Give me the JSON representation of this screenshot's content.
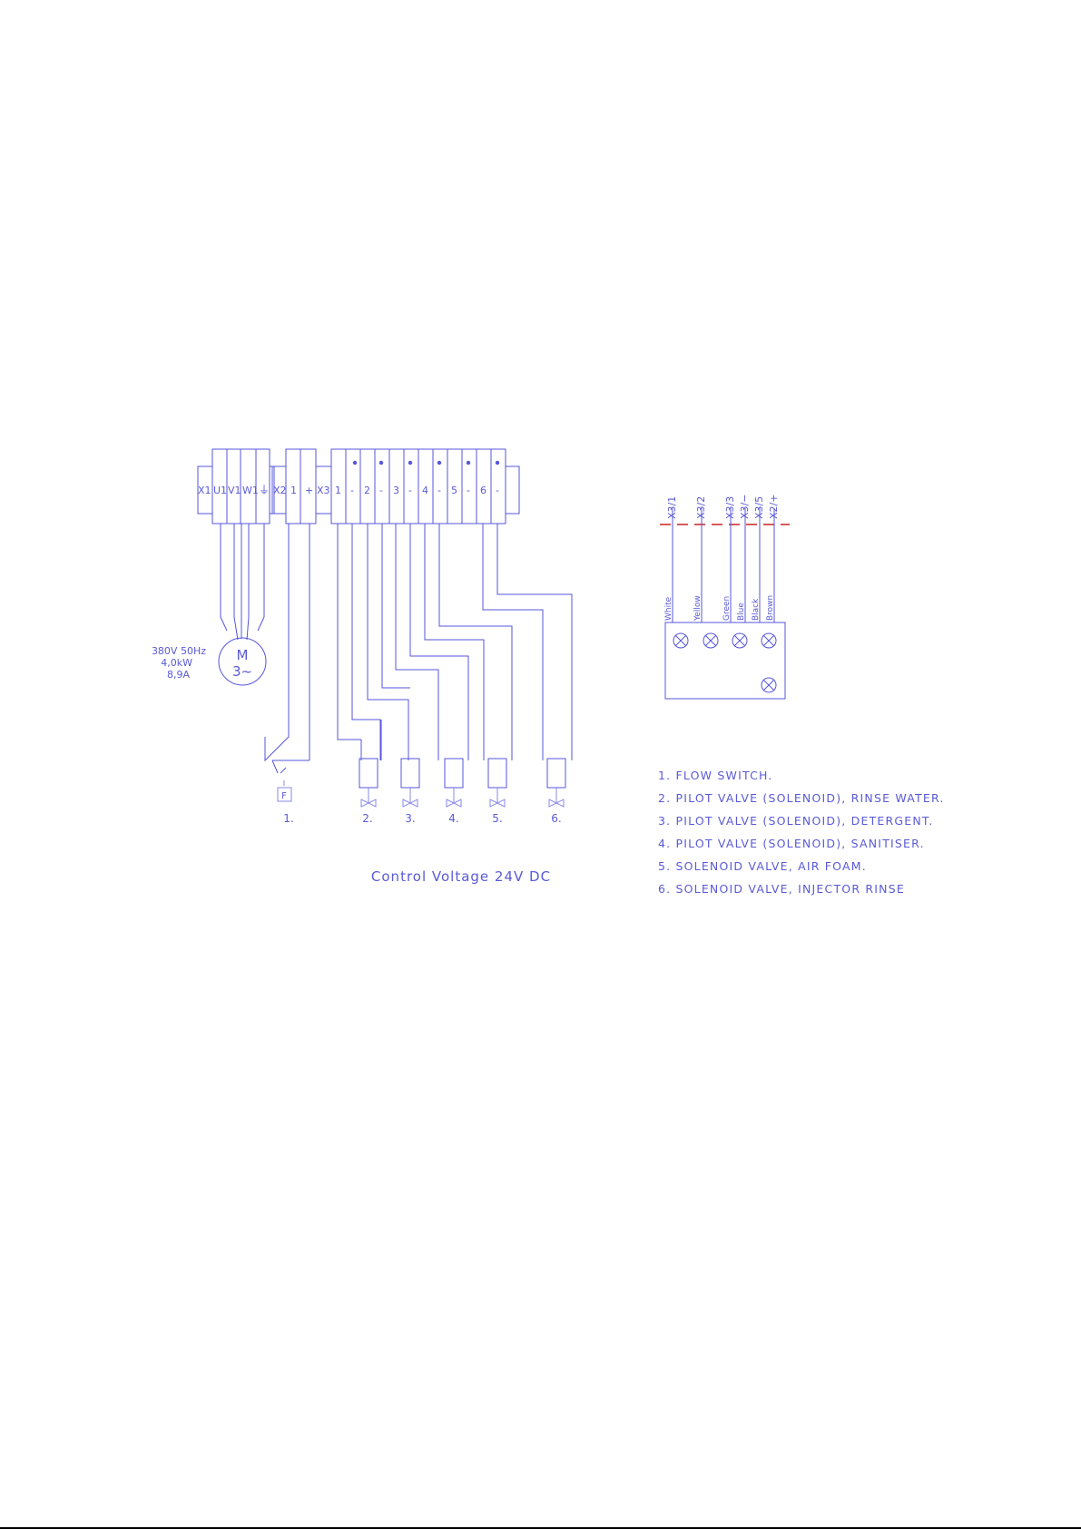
{
  "colors": {
    "line": "#5555dd",
    "text": "#5a5ad8",
    "cut": "#cc2222"
  },
  "terminals": {
    "x1": "X1",
    "u1": "U1",
    "v1": "V1",
    "w1": "W1",
    "pe": "⏚",
    "x2": "X2",
    "x2_1": "1",
    "x2_plus": "+",
    "x3": "X3",
    "x3_pins": [
      "1",
      "-",
      "2",
      "-",
      "3",
      "-",
      "4",
      "-",
      "5",
      "-",
      "6",
      "-"
    ]
  },
  "motor": {
    "supply": "380V 50Hz",
    "power": "4,0kW",
    "current": "8,9A",
    "symbol": "M",
    "phase": "3~"
  },
  "flow_switch_symbol": "F",
  "component_numbers": [
    "1.",
    "2.",
    "3.",
    "4.",
    "5.",
    "6."
  ],
  "control_voltage": "Control Voltage 24V DC",
  "connector": {
    "refs": [
      "X3/1",
      "X3/2",
      "X3/3",
      "X3/−",
      "X3/5",
      "X2/+"
    ],
    "wire_colors": [
      "White",
      "Yellow",
      "Green",
      "Blue",
      "Black",
      "Brown"
    ]
  },
  "legend": [
    "1. FLOW SWITCH.",
    "2. PILOT VALVE (SOLENOID), RINSE WATER.",
    "3. PILOT VALVE (SOLENOID), DETERGENT.",
    "4. PILOT VALVE (SOLENOID), SANITISER.",
    "5. SOLENOID VALVE, AIR FOAM.",
    "6. SOLENOID VALVE, INJECTOR RINSE"
  ]
}
